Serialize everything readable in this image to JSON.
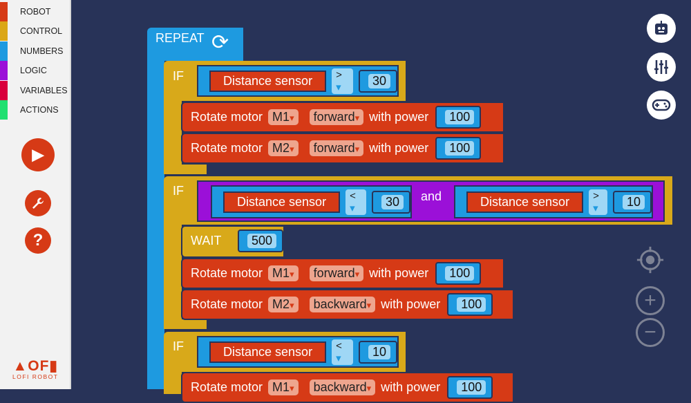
{
  "sidebar": {
    "categories": [
      {
        "label": "ROBOT",
        "color": "#d63a16"
      },
      {
        "label": "CONTROL",
        "color": "#dba717"
      },
      {
        "label": "NUMBERS",
        "color": "#1e9ae0"
      },
      {
        "label": "LOGIC",
        "color": "#9b10d8"
      },
      {
        "label": "VARIABLES",
        "color": "#d9003c"
      },
      {
        "label": "ACTIONS",
        "color": "#20e070"
      }
    ],
    "play": "▶",
    "wrench": "🔧",
    "help": "?",
    "logo": {
      "mark": "LOFI",
      "text": "LOFI ROBOT"
    }
  },
  "blocks": {
    "repeat": "REPEAT",
    "repeat_icon": "⟳",
    "if_label": "IF",
    "and_label": "and",
    "wait_label": "WAIT",
    "wait_value": "500",
    "rotate": "Rotate motor",
    "with_power": "with power",
    "sensor": "Distance sensor",
    "arrow": "▾",
    "if1": {
      "op": ">",
      "value": "30"
    },
    "if2": {
      "a_op": "<",
      "a_value": "30",
      "b_op": ">",
      "b_value": "10"
    },
    "if3": {
      "op": "<",
      "value": "10"
    },
    "rows": [
      {
        "motor": "M1",
        "dir": "forward",
        "power": "100"
      },
      {
        "motor": "M2",
        "dir": "forward",
        "power": "100"
      },
      {
        "motor": "M1",
        "dir": "forward",
        "power": "100"
      },
      {
        "motor": "M2",
        "dir": "backward",
        "power": "100"
      },
      {
        "motor": "M1",
        "dir": "backward",
        "power": "100"
      }
    ]
  },
  "controls": {
    "zoom_in": "+",
    "zoom_out": "−"
  }
}
